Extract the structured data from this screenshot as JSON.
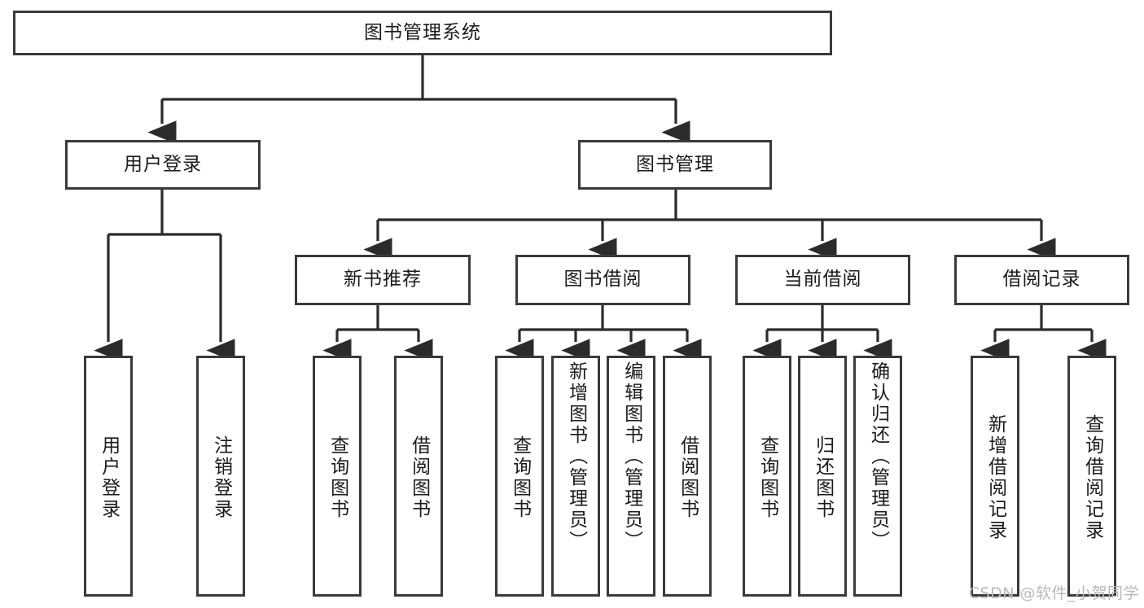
{
  "diagram": {
    "title": "图书管理系统",
    "type": "tree",
    "watermark": "CSDN @软件_小贺同学",
    "colors": {
      "background": "#ffffff",
      "border": "#3a3a3a",
      "text": "#1b1b1b",
      "edge": "#2b2b2b",
      "watermark": "#b9b9b9"
    },
    "root": {
      "label": "图书管理系统"
    },
    "level1": [
      {
        "label": "用户登录"
      },
      {
        "label": "图书管理"
      }
    ],
    "level2": [
      {
        "label": "新书推荐"
      },
      {
        "label": "图书借阅"
      },
      {
        "label": "当前借阅"
      },
      {
        "label": "借阅记录"
      }
    ],
    "leaves": {
      "user_login": [
        {
          "label": "用户登录"
        },
        {
          "label": "注销登录"
        }
      ],
      "new_book_recommend": [
        {
          "label": "查询图书"
        },
        {
          "label": "借阅图书"
        }
      ],
      "book_borrow": [
        {
          "label": "查询图书"
        },
        {
          "label": "新增图书（管理员）"
        },
        {
          "label": "编辑图书（管理员）"
        },
        {
          "label": "借阅图书"
        }
      ],
      "current_borrow": [
        {
          "label": "查询图书"
        },
        {
          "label": "归还图书"
        },
        {
          "label": "确认归还（管理员）"
        }
      ],
      "borrow_record": [
        {
          "label": "新增借阅记录"
        },
        {
          "label": "查询借阅记录"
        }
      ]
    }
  }
}
